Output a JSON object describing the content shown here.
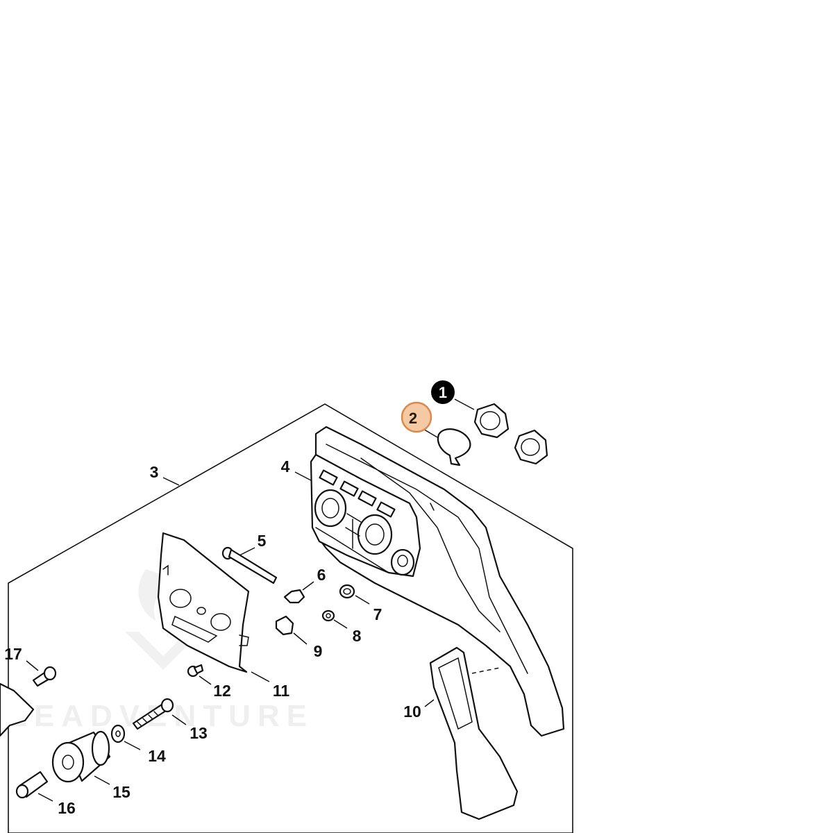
{
  "watermark": {
    "text": "LEADVENTURE"
  },
  "colors": {
    "highlight_fill": "#f4c9a4",
    "highlight_stroke": "#d98a4a",
    "badge_fill": "#000000"
  },
  "callouts": {
    "c1": "1",
    "c2": "2",
    "c3": "3",
    "c4": "4",
    "c5": "5",
    "c6": "6",
    "c7": "7",
    "c8": "8",
    "c9": "9",
    "c10": "10",
    "c11": "11",
    "c12": "12",
    "c13": "13",
    "c14": "14",
    "c15": "15",
    "c16": "16",
    "c17": "17"
  },
  "highlighted_callout": "2"
}
